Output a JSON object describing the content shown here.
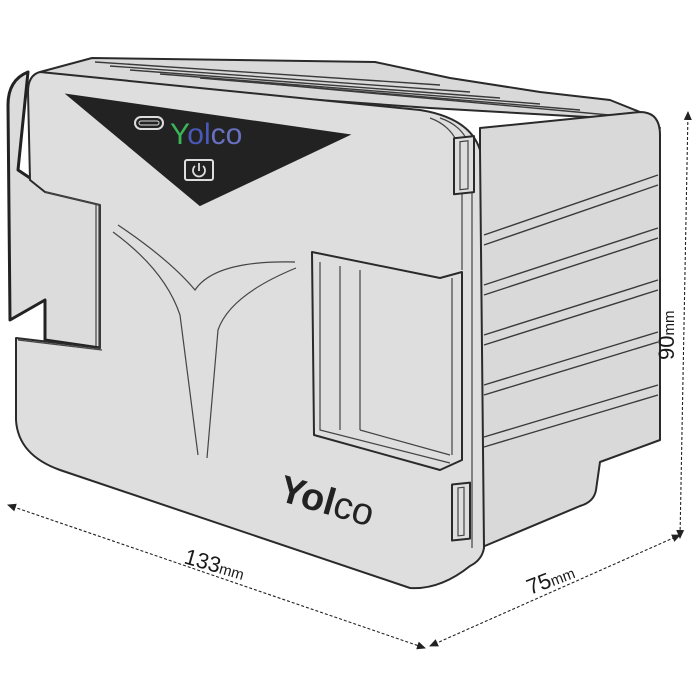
{
  "product": {
    "brand_panel_logo": {
      "letters": [
        "Y",
        "o",
        "l",
        "c",
        "o"
      ],
      "colors": [
        "#3bb55a",
        "#4a58b8",
        "#4a58b8",
        "#6870c0",
        "#6870c0"
      ]
    },
    "front_logo": {
      "bold": "Yol",
      "light": "co"
    },
    "icons": [
      "usb-c-port-icon",
      "power-button-icon"
    ],
    "body_color": "#dcdcdc",
    "panel_color": "#222222"
  },
  "dimensions": {
    "width": {
      "value": "133",
      "unit": "mm"
    },
    "depth": {
      "value": "75",
      "unit": "mm"
    },
    "height": {
      "value": "90",
      "unit": "mm"
    }
  }
}
